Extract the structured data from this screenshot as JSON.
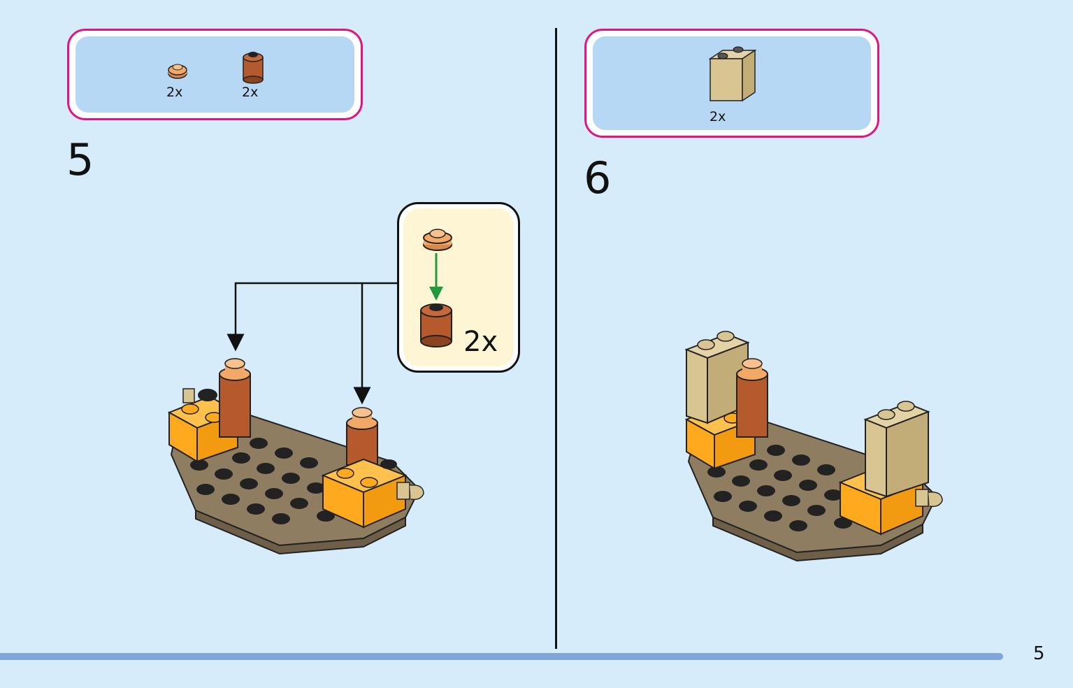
{
  "step5": {
    "number": "5",
    "parts": [
      {
        "part": "round-plate-1x1-light-orange",
        "qty": "2x"
      },
      {
        "part": "round-brick-1x1-reddish-brown",
        "qty": "2x"
      }
    ],
    "callout_qty": "2x"
  },
  "step6": {
    "number": "6",
    "parts": [
      {
        "part": "brick-1x2x2-tan",
        "qty": "2x"
      }
    ]
  },
  "page_number": "5",
  "colors": {
    "background": "#d6ecfa",
    "parts_panel": "#b6d8f4",
    "parts_border": "#e0157f",
    "callout_bg": "#fdf5d3",
    "orange": "#ffaa1e",
    "tan": "#d8c592",
    "dark_tan": "#8f7d62",
    "reddish_brown": "#b55a2c",
    "light_orange": "#f2a968",
    "arrow_green": "#1f9a3c"
  }
}
